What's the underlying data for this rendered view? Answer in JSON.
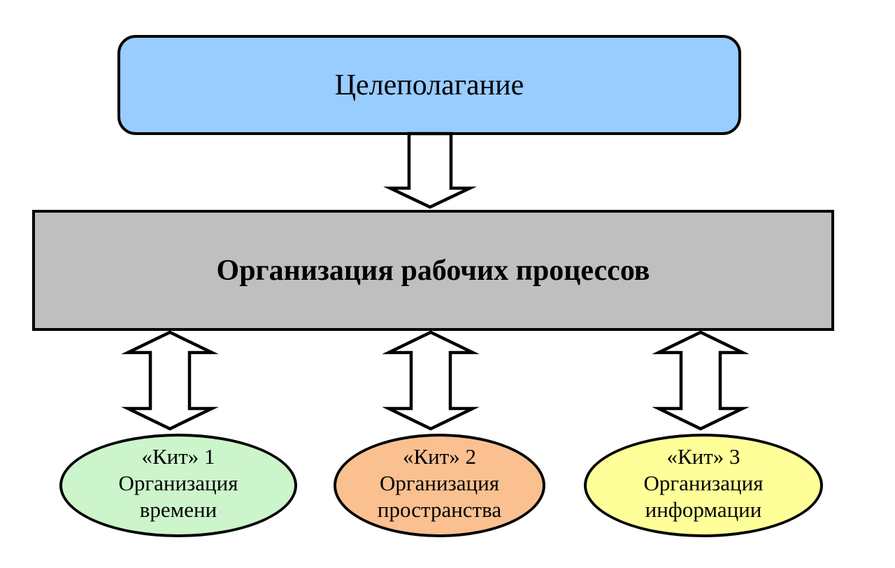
{
  "diagram": {
    "background": "#FFFFFF",
    "stroke": "#000000",
    "arrow_fill": "#FFFFFF",
    "nodes": {
      "goal": {
        "label": "Целеполагание",
        "fill": "#99CCFF",
        "shape": "rounded-rectangle"
      },
      "process": {
        "label": "Организация рабочих процессов",
        "fill": "#BFBFBF",
        "shape": "rectangle"
      },
      "kit1": {
        "lines": [
          "«Кит» 1",
          "Организация",
          "времени"
        ],
        "fill": "#CCF5CC",
        "shape": "ellipse"
      },
      "kit2": {
        "lines": [
          "«Кит» 2",
          "Организация",
          "пространства"
        ],
        "fill": "#FAC090",
        "shape": "ellipse"
      },
      "kit3": {
        "lines": [
          "«Кит» 3",
          "Организация",
          "информации"
        ],
        "fill": "#FFFF99",
        "shape": "ellipse"
      }
    },
    "connectors": {
      "goal_to_process": "down-arrow",
      "process_to_kit1": "double-arrow",
      "process_to_kit2": "double-arrow",
      "process_to_kit3": "double-arrow"
    }
  }
}
